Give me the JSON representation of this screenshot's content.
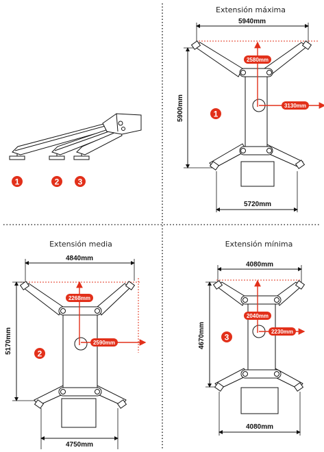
{
  "colors": {
    "accent": "#e2301a",
    "line": "#111111",
    "divider": "#333333"
  },
  "side_view": {
    "markers": [
      "1",
      "2",
      "3"
    ]
  },
  "panels": {
    "maxima": {
      "title": "Extensión máxima",
      "marker": "1",
      "width_top": "5940mm",
      "width_bottom": "5720mm",
      "height": "5900mm",
      "reach_up": "2580mm",
      "reach_side": "3130mm"
    },
    "media": {
      "title": "Extensión media",
      "marker": "2",
      "width_top": "4840mm",
      "width_bottom": "4750mm",
      "height": "5170mm",
      "reach_up": "2268mm",
      "reach_side": "2590mm"
    },
    "minima": {
      "title": "Extensión mínima",
      "marker": "3",
      "width_top": "4080mm",
      "width_bottom": "4080mm",
      "height": "4670mm",
      "reach_up": "2040mm",
      "reach_side": "2230mm"
    }
  }
}
